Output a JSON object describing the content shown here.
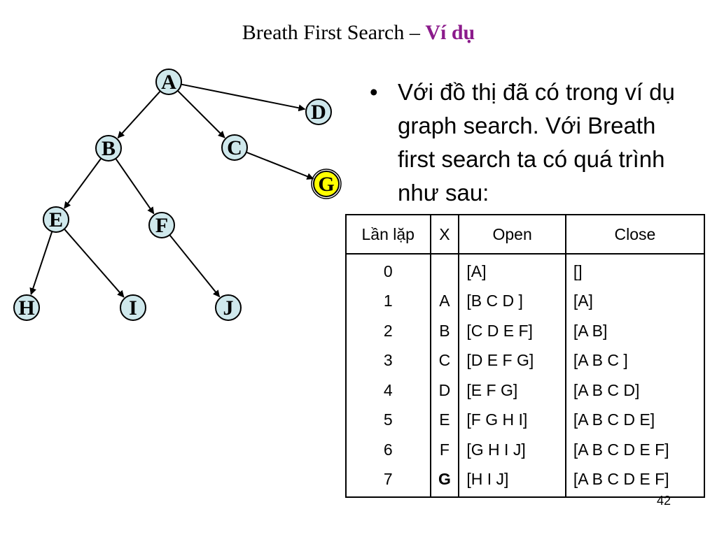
{
  "title": {
    "main": "Breath First Search – ",
    "accent": "Ví dụ"
  },
  "graph": {
    "nodes": [
      {
        "id": "A",
        "label": "A"
      },
      {
        "id": "B",
        "label": "B"
      },
      {
        "id": "C",
        "label": "C"
      },
      {
        "id": "D",
        "label": "D"
      },
      {
        "id": "E",
        "label": "E"
      },
      {
        "id": "F",
        "label": "F"
      },
      {
        "id": "G",
        "label": "G",
        "goal": true
      },
      {
        "id": "H",
        "label": "H"
      },
      {
        "id": "I",
        "label": "I"
      },
      {
        "id": "J",
        "label": "J"
      }
    ],
    "edges": [
      [
        "A",
        "B"
      ],
      [
        "A",
        "C"
      ],
      [
        "A",
        "D"
      ],
      [
        "B",
        "E"
      ],
      [
        "B",
        "F"
      ],
      [
        "C",
        "G"
      ],
      [
        "E",
        "H"
      ],
      [
        "E",
        "I"
      ],
      [
        "F",
        "J"
      ]
    ],
    "colors": {
      "node_fill": "#cfe8ec",
      "goal_fill": "#ffff00",
      "stroke": "#000000"
    }
  },
  "bullet": {
    "marker": "•",
    "text": "Với đồ thị đã có trong ví dụ graph search. Với Breath first search ta có quá trình như sau:"
  },
  "table": {
    "headers": [
      "Lần lặp",
      "X",
      "Open",
      "Close"
    ],
    "rows": [
      [
        "0",
        "",
        "[A]",
        "[]"
      ],
      [
        "1",
        "A",
        "[B C D ]",
        "[A]"
      ],
      [
        "2",
        "B",
        "[C D E F]",
        "[A B]"
      ],
      [
        "3",
        "C",
        "[D E F G]",
        "[A B C ]"
      ],
      [
        "4",
        "D",
        "[E F G]",
        "[A B C D]"
      ],
      [
        "5",
        "E",
        "[F G H I]",
        "[A B C D E]"
      ],
      [
        "6",
        "F",
        "[G H I J]",
        "[A B C D E F]"
      ],
      [
        "7",
        "G",
        "[H I J]",
        "[A B C D E F]"
      ]
    ]
  },
  "page_number": "42"
}
